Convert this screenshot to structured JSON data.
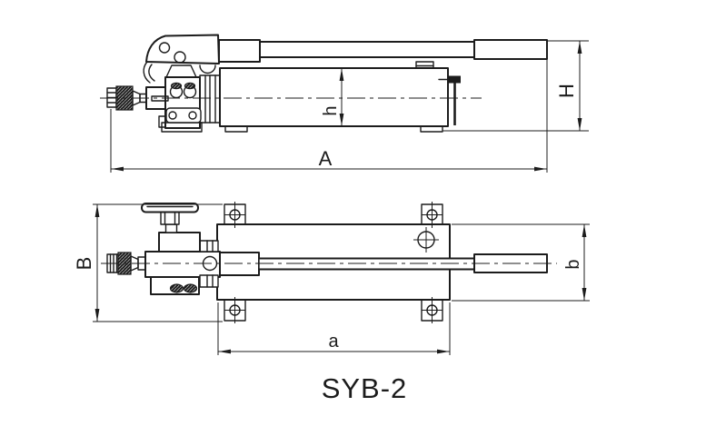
{
  "drawing": {
    "model_label": "SYB-2",
    "labels": {
      "dim_A": "A",
      "dim_H": "H",
      "dim_h": "h",
      "dim_B": "B",
      "dim_a": "a",
      "dim_b": "b"
    },
    "colors": {
      "ink": "#1c1c1c",
      "paper": "#ffffff"
    }
  }
}
